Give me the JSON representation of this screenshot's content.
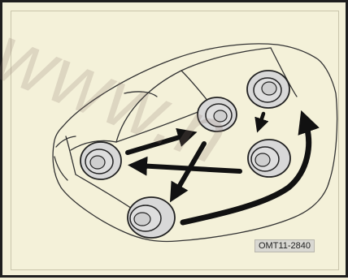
{
  "diagram": {
    "code_label": "OMT11-2840",
    "watermark_text": "www.n",
    "colors": {
      "background": "#f3f0d8",
      "border": "#1e1e1e",
      "arrow": "#111111",
      "outline": "#333333",
      "tire": "#d8d8d8"
    },
    "icons": [
      "car-outline",
      "front-left-tire",
      "front-right-tire",
      "rear-left-tire",
      "rear-right-tire",
      "spare-tire",
      "rotation-arrows"
    ]
  }
}
